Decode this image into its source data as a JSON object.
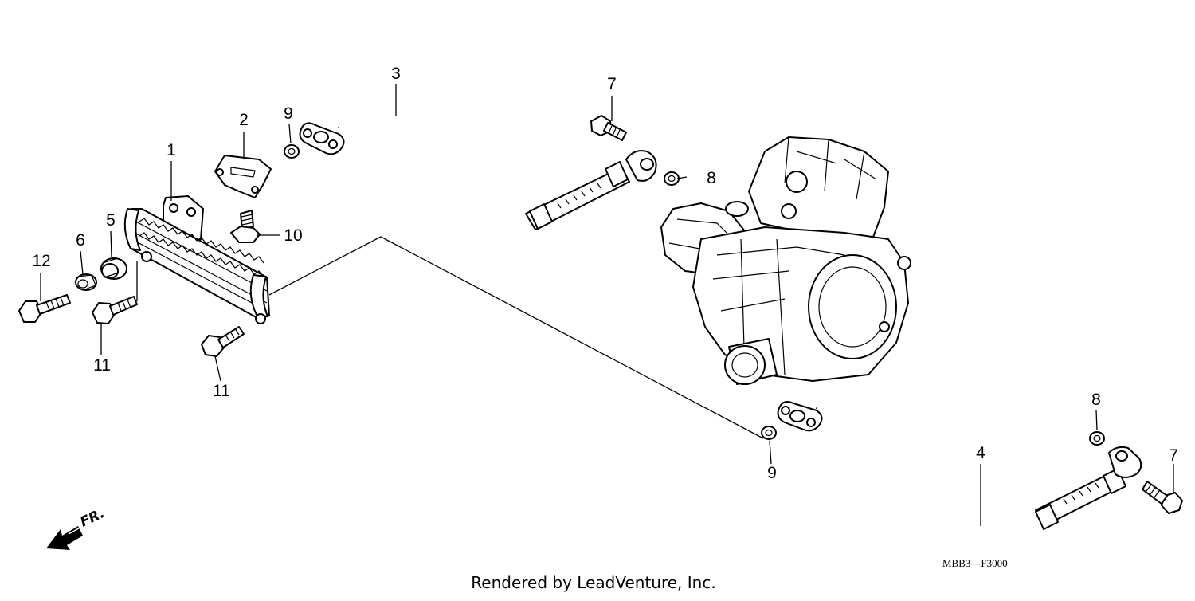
{
  "diagram": {
    "callouts": [
      "1",
      "2",
      "3",
      "4",
      "5",
      "6",
      "7",
      "7",
      "8",
      "8",
      "9",
      "9",
      "10",
      "11",
      "11",
      "12"
    ],
    "direction_label": "FR.",
    "diagram_code": "MBB3—F3000",
    "footer": "Rendered by LeadVenture, Inc."
  }
}
